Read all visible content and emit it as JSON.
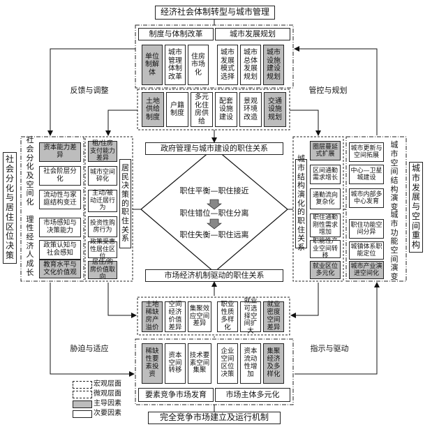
{
  "title": "经济社会体制转型与城市管理",
  "bottom_title": "完全竞争市场建立及运行机制",
  "top": {
    "left_header": "制度与体制改革",
    "right_header": "城市发展规划",
    "cells": [
      "单位制解体",
      "城市管理体制改革",
      "住房市场化",
      "城市发展模式选择",
      "城市总体发展规划",
      "城市设施建设规划"
    ],
    "row2": [
      "土地供给制度",
      "户籍制度",
      "多元化住房供给",
      "配套设施建设",
      "景观环境改造",
      "交通设施规划"
    ]
  },
  "gov_relation": "政府管理与城市建设的职住关系",
  "market_relation": "市场经济机制驱动的职住关系",
  "center": {
    "line1": "职住平衡—职住接近",
    "line2": "职住错位—职住分离",
    "line3": "职住失衡—职住远离"
  },
  "left_vertical": "社会分化与居住区位决策",
  "left_groups": {
    "social_title": "社会分化及空间化",
    "social_items": [
      "资本能力差异",
      "社会阶层分化",
      "流动性与家庭结构变迁"
    ],
    "rational_title": "理性经济人成长",
    "rational_items": [
      "市场感知与决策能力",
      "政策认知与社会感知",
      "教育水平与文化价值观"
    ]
  },
  "left_inner": {
    "items": [
      "租/住房支付能力差异",
      "城市空间碎化",
      "主动/被动迁居行为",
      "投资性购房行为",
      "政策受惠性居住区位",
      "居住/购房价值取向"
    ],
    "vertical": "居民决策的职住关系"
  },
  "right_vertical": "城市发展与空间重构",
  "right_groups": {
    "outer1": "城市空间结构演变",
    "outer2": "城市功能空间演变",
    "items": [
      "城市更新与空间拓展",
      "中心—卫星城建设",
      "城市内部多中心发育",
      "职住功能空间分异",
      "城镇体系职能定位",
      "城市产业演进空间化"
    ]
  },
  "right_inner": {
    "items": [
      "圈层蔓延式扩展",
      "区间通勤需求增长",
      "通勤流向复杂化",
      "职住通勤刚性需求增加",
      "职能性产业空间转移",
      "就业区位多元化"
    ],
    "vertical": "城市结构演化的职住关系"
  },
  "bottom": {
    "row1": [
      "土地稀缺房产溢价",
      "空间经济价值差异",
      "集聚效应空间差异",
      "职业性质多样化",
      "就业可选择空间扩大",
      "就业密度空间差异"
    ],
    "row2": [
      "稀缺性要素投资",
      "资本空间转移",
      "技术要素空间集聚",
      "企业空间区位决策",
      "资本流动性增加",
      "集聚经济及多样化"
    ],
    "left_header": "要素竞争市场发育",
    "right_header": "市场主体多元化"
  },
  "arrows": {
    "top_left": "反馈与调整",
    "top_right": "管控与规划",
    "bottom_left": "胁迫与适应",
    "bottom_right": "指示与驱动"
  },
  "legend": [
    "宏观层面",
    "微观层面",
    "主导因素",
    "次要因素"
  ]
}
